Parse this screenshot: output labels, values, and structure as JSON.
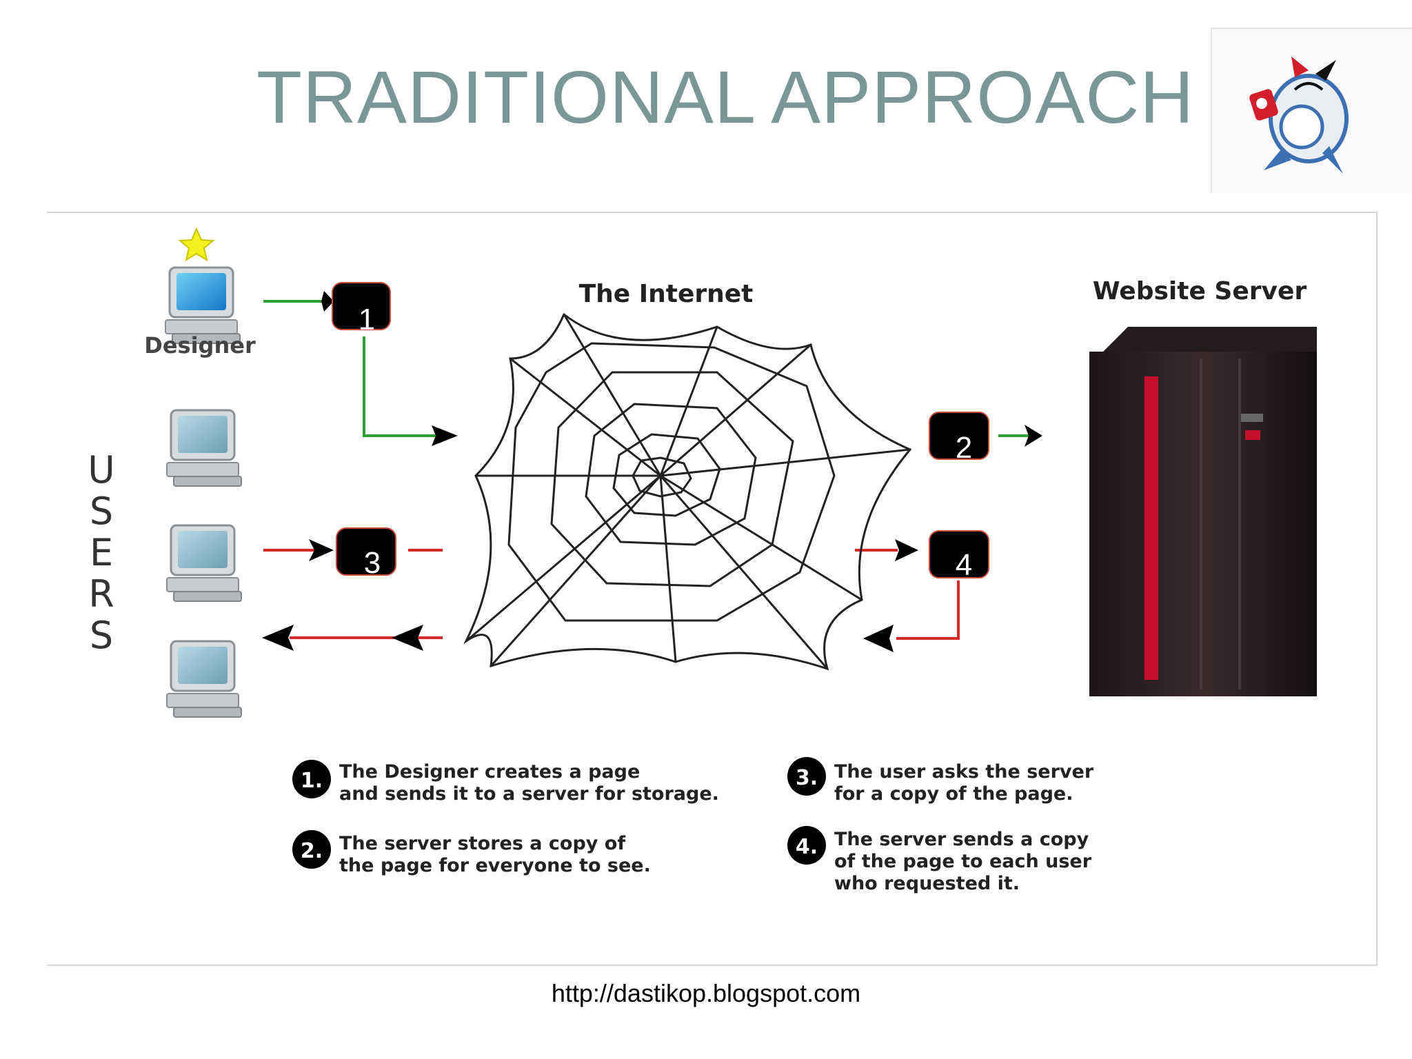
{
  "slide": {
    "title": "TRADITIONAL APPROACH",
    "footer_url": "http://dastikop.blogspot.com"
  },
  "diagram": {
    "internet_label": "The Internet",
    "server_label": "Website Server",
    "designer_label": "Designer",
    "users_label": [
      "U",
      "S",
      "E",
      "R",
      "S"
    ],
    "step_badges": [
      "1",
      "2",
      "3",
      "4"
    ],
    "legend": [
      {
        "number": "1.",
        "lines": [
          "The Designer creates a page",
          "and sends it to a server for storage."
        ]
      },
      {
        "number": "2.",
        "lines": [
          "The server stores a copy of",
          "the page for everyone to see."
        ]
      },
      {
        "number": "3.",
        "lines": [
          "The user asks the server",
          "for a copy of the page."
        ]
      },
      {
        "number": "4.",
        "lines": [
          "The server sends a copy",
          "of the page to each user",
          "who requested it."
        ]
      }
    ]
  },
  "colors": {
    "title": "#7a9696",
    "arrow_green": "#2ca02c",
    "arrow_red": "#d62a2a",
    "server_red": "#c8102e",
    "badge": "#000000"
  },
  "icons": [
    "computer-icon",
    "star-icon",
    "spider-web-icon",
    "server-icon",
    "logo-icon"
  ]
}
